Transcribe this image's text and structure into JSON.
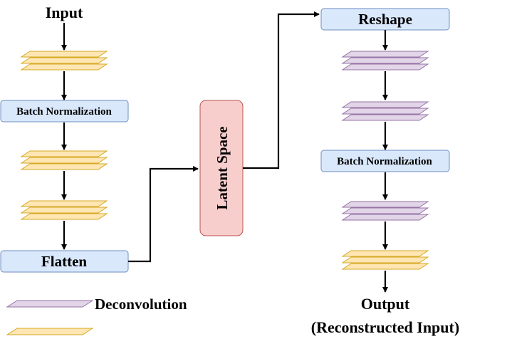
{
  "labels": {
    "input": "Input",
    "batch_norm_encoder": "Batch Normalization",
    "flatten": "Flatten",
    "latent_space": "Latent Space",
    "reshape": "Reshape",
    "batch_norm_decoder": "Batch Normalization",
    "output_line1": "Output",
    "output_line2": "(Reconstructed Input)",
    "legend_deconvolution": "Deconvolution"
  },
  "colors": {
    "blue_box_fill": "#dae8fc",
    "blue_box_stroke": "#6c8ebf",
    "latent_fill": "#f8cecc",
    "latent_stroke": "#b85450",
    "conv_layer_fill": "#ffe6b3",
    "conv_layer_stroke": "#d6a824",
    "deconv_layer_fill": "#e1d5e7",
    "deconv_layer_stroke": "#9673a6",
    "arrow": "#000000"
  }
}
